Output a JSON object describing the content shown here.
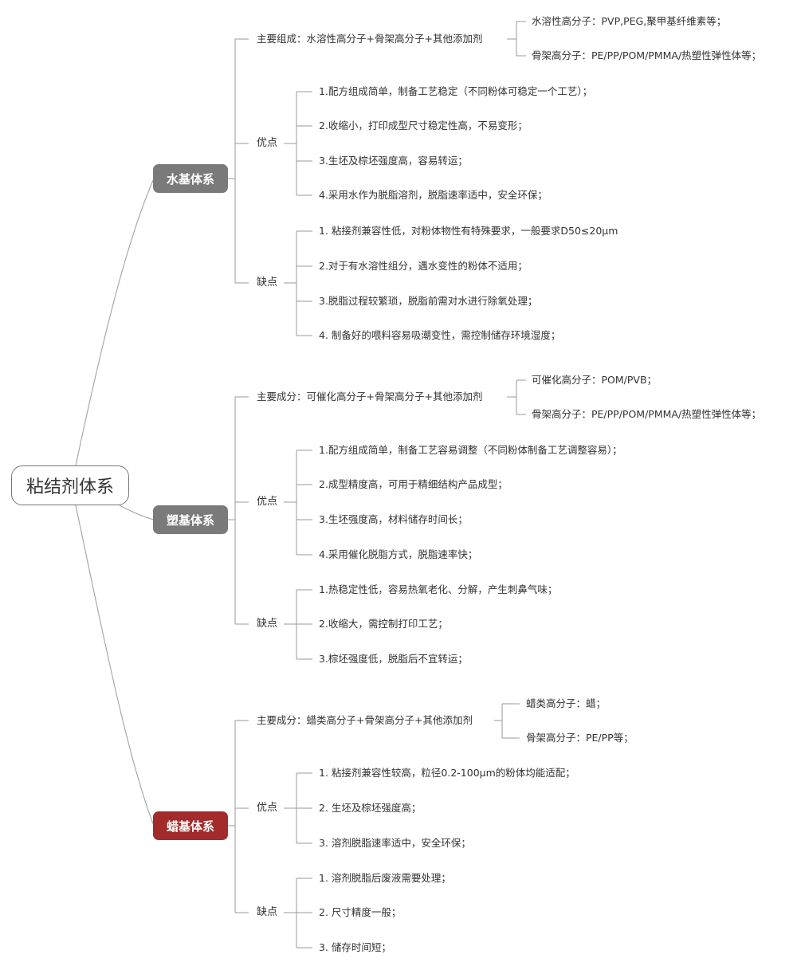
{
  "root": "粘结剂体系",
  "accent_red": "#a32b2b",
  "node_grey": "#7a7a7a",
  "systems": [
    {
      "name": "水基体系",
      "composition": {
        "label": "主要组成：水溶性高分子+骨架高分子+其他添加剂",
        "subs": [
          "水溶性高分子：PVP,PEG,聚甲基纤维素等；",
          "骨架高分子：PE/PP/POM/PMMA/热塑性弹性体等；"
        ]
      },
      "adv_label": "优点",
      "advantages": [
        "1.配方组成简单，制备工艺稳定（不同粉体可稳定一个工艺）；",
        "2.收缩小，打印成型尺寸稳定性高，不易变形；",
        "3.生坯及棕坯强度高，容易转运；",
        "4.采用水作为脱脂溶剂，脱脂速率适中，安全环保；"
      ],
      "dis_label": "缺点",
      "disadvantages": [
        "1. 粘接剂兼容性低，对粉体物性有特殊要求，一般要求D50≤20μm",
        "2.对于有水溶性组分，遇水变性的粉体不适用；",
        "3.脱脂过程较繁琐，脱脂前需对水进行除氧处理；",
        "4. 制备好的喂料容易吸潮变性，需控制储存环境湿度；"
      ]
    },
    {
      "name": "塑基体系",
      "composition": {
        "label": "主要成分：可催化高分子+骨架高分子+其他添加剂",
        "subs": [
          "可催化高分子：POM/PVB；",
          "骨架高分子：PE/PP/POM/PMMA/热塑性弹性体等；"
        ]
      },
      "adv_label": "优点",
      "advantages": [
        "1.配方组成简单，制备工艺容易调整（不同粉体制备工艺调整容易）；",
        "2.成型精度高，可用于精细结构产品成型；",
        "3.生坯强度高，材料储存时间长；",
        "4.采用催化脱脂方式，脱脂速率快；"
      ],
      "dis_label": "缺点",
      "disadvantages": [
        "1.热稳定性低，容易热氧老化、分解，产生刺鼻气味；",
        "2.收缩大，需控制打印工艺；",
        "3.棕坯强度低，脱脂后不宜转运；"
      ]
    },
    {
      "name": "蜡基体系",
      "composition": {
        "label": "主要成分：蜡类高分子+骨架高分子+其他添加剂",
        "subs": [
          "蜡类高分子：蜡；",
          "骨架高分子：PE/PP等；"
        ]
      },
      "adv_label": "优点",
      "advantages": [
        "1. 粘接剂兼容性较高，粒径0.2-100μm的粉体均能适配；",
        "2. 生坯及棕坯强度高；",
        "3. 溶剂脱脂速率适中，安全环保；"
      ],
      "dis_label": "缺点",
      "disadvantages": [
        "1. 溶剂脱脂后废液需要处理；",
        "2. 尺寸精度一般；",
        "3. 储存时间短；"
      ]
    }
  ]
}
